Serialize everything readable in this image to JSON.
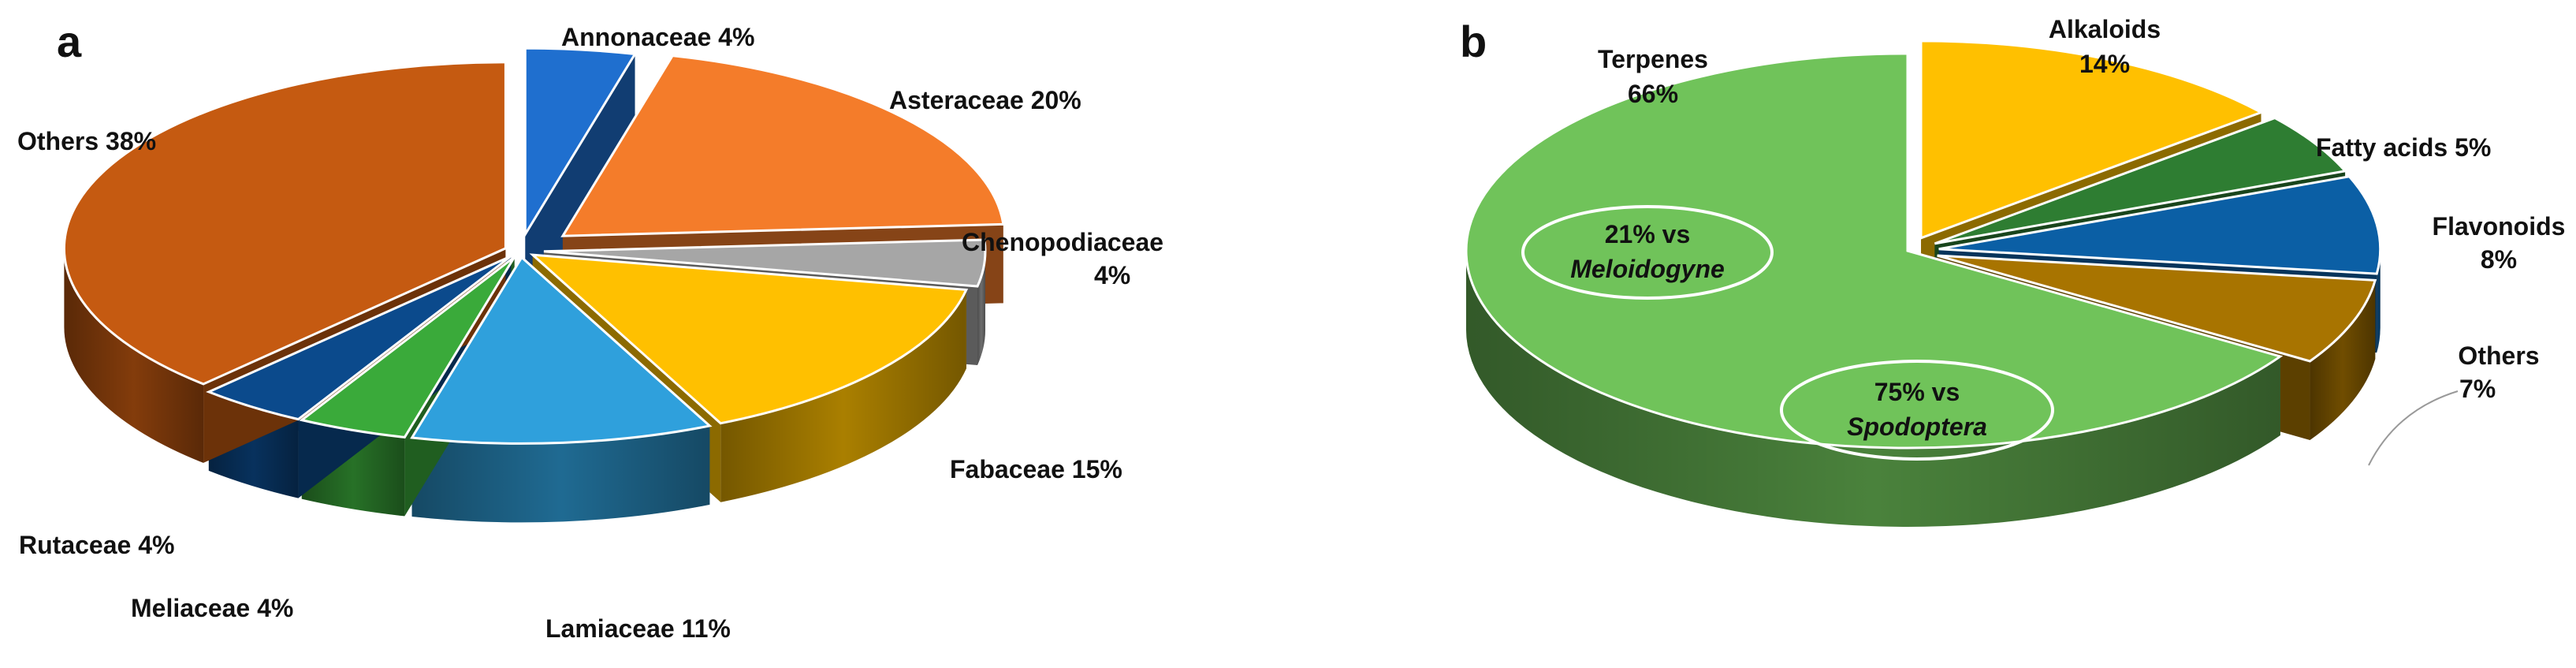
{
  "chart_data": [
    {
      "type": "pie",
      "panel_label": "a",
      "style": "3d-exploded",
      "slices": [
        {
          "label": "Annonaceae 4%",
          "value": 4,
          "color": "#1f6fcf"
        },
        {
          "label": "Asteraceae  20%",
          "value": 20,
          "color": "#f47c2a"
        },
        {
          "label": "Chenopodiaceae",
          "label2": "4%",
          "value": 4,
          "color": "#a6a6a6"
        },
        {
          "label": "Fabaceae 15%",
          "value": 15,
          "color": "#ffc000"
        },
        {
          "label": "Lamiaceae 11%",
          "value": 11,
          "color": "#2fa0dc"
        },
        {
          "label": "Meliaceae 4%",
          "value": 4,
          "color": "#3aaa3a"
        },
        {
          "label": "Rutaceae 4%",
          "value": 4,
          "color": "#0b4a8c"
        },
        {
          "label": "Others 38%",
          "value": 38,
          "color": "#c55a11"
        }
      ]
    },
    {
      "type": "pie",
      "panel_label": "b",
      "style": "3d-exploded",
      "slices": [
        {
          "label": "Alkaloids",
          "label2": "14%",
          "value": 14,
          "color": "#ffc000"
        },
        {
          "label": "Fatty acids 5%",
          "value": 5,
          "color": "#2e7d32"
        },
        {
          "label": "Flavonoids",
          "label2": "8%",
          "value": 8,
          "color": "#0b5fa5"
        },
        {
          "label": "Others",
          "label2": "7%",
          "value": 7,
          "color": "#a87400"
        },
        {
          "label": "Terpenes",
          "label2": "66%",
          "value": 66,
          "color": "#70c35a"
        }
      ],
      "callouts": [
        {
          "line1": "21% vs",
          "line2": "Meloidogyne"
        },
        {
          "line1": "75% vs",
          "line2": "Spodoptera"
        }
      ]
    }
  ]
}
